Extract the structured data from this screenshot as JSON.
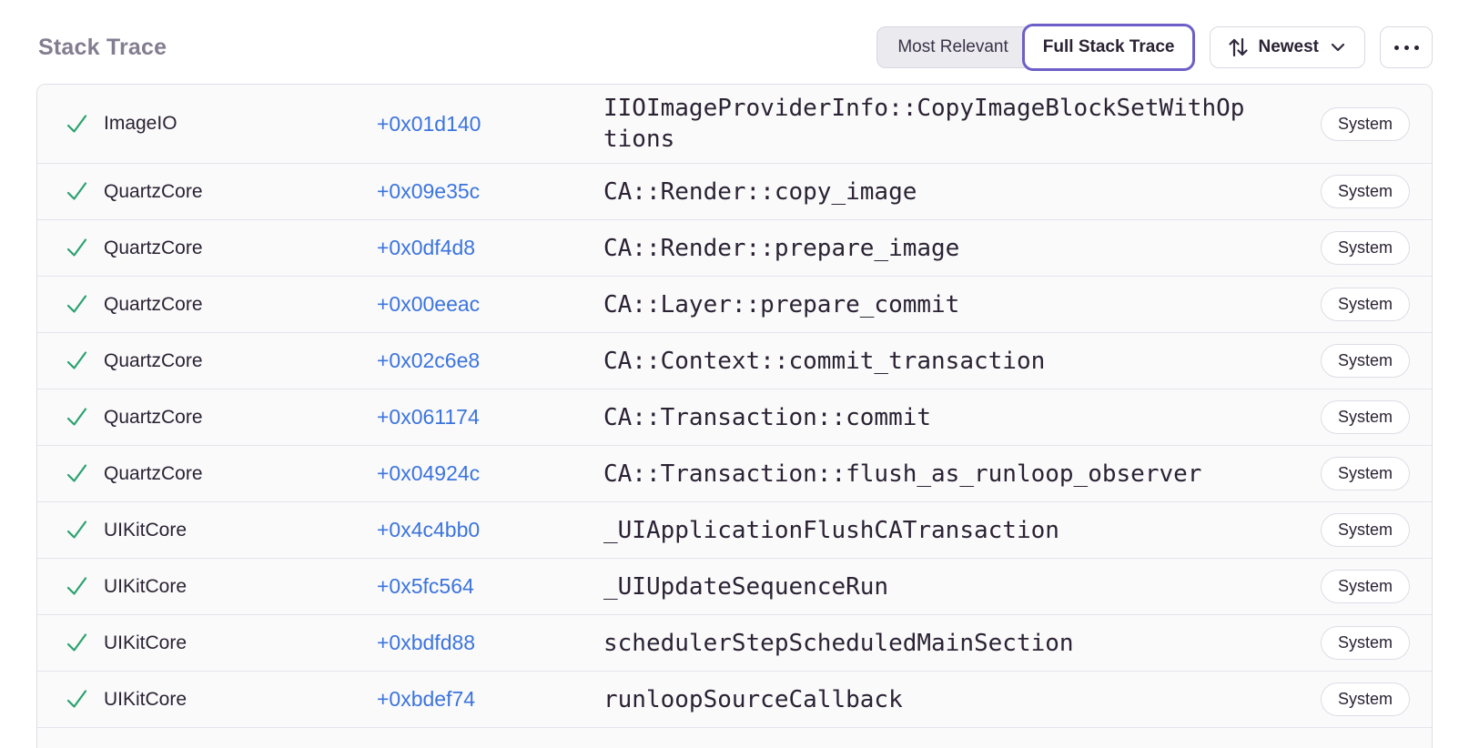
{
  "header": {
    "title": "Stack Trace",
    "view_toggle": [
      {
        "label": "Most Relevant",
        "selected": false
      },
      {
        "label": "Full Stack Trace",
        "selected": true
      }
    ],
    "sort": {
      "label": "Newest",
      "icon": "sort-arrows-icon",
      "chevron": "chevron-down-icon"
    },
    "more": {
      "icon": "ellipsis-icon"
    }
  },
  "colors": {
    "accent_purple": "#6C5FC7",
    "link_blue": "#3C74DD",
    "success_green": "#2BA26E",
    "title_gray": "#847D90",
    "row_background": "#FAFAFB",
    "border": "#E0DDE6"
  },
  "icons": {
    "checkmark-icon": "in-app/system frame resolved check",
    "sort-arrows-icon": "up-down sort arrows",
    "chevron-down-icon": "dropdown chevron",
    "ellipsis-icon": "three-dot overflow menu"
  },
  "stack_trace": {
    "rows": [
      {
        "status_icon": "checkmark-icon",
        "module": "ImageIO",
        "address": "+0x01d140",
        "function": "IIOImageProviderInfo::CopyImageBlockSetWithOptions",
        "badge": "System"
      },
      {
        "status_icon": "checkmark-icon",
        "module": "QuartzCore",
        "address": "+0x09e35c",
        "function": "CA::Render::copy_image",
        "badge": "System"
      },
      {
        "status_icon": "checkmark-icon",
        "module": "QuartzCore",
        "address": "+0x0df4d8",
        "function": "CA::Render::prepare_image",
        "badge": "System"
      },
      {
        "status_icon": "checkmark-icon",
        "module": "QuartzCore",
        "address": "+0x00eeac",
        "function": "CA::Layer::prepare_commit",
        "badge": "System"
      },
      {
        "status_icon": "checkmark-icon",
        "module": "QuartzCore",
        "address": "+0x02c6e8",
        "function": "CA::Context::commit_transaction",
        "badge": "System"
      },
      {
        "status_icon": "checkmark-icon",
        "module": "QuartzCore",
        "address": "+0x061174",
        "function": "CA::Transaction::commit",
        "badge": "System"
      },
      {
        "status_icon": "checkmark-icon",
        "module": "QuartzCore",
        "address": "+0x04924c",
        "function": "CA::Transaction::flush_as_runloop_observer",
        "badge": "System"
      },
      {
        "status_icon": "checkmark-icon",
        "module": "UIKitCore",
        "address": "+0x4c4bb0",
        "function": "_UIApplicationFlushCATransaction",
        "badge": "System"
      },
      {
        "status_icon": "checkmark-icon",
        "module": "UIKitCore",
        "address": "+0x5fc564",
        "function": "_UIUpdateSequenceRun",
        "badge": "System"
      },
      {
        "status_icon": "checkmark-icon",
        "module": "UIKitCore",
        "address": "+0xbdfd88",
        "function": "schedulerStepScheduledMainSection",
        "badge": "System"
      },
      {
        "status_icon": "checkmark-icon",
        "module": "UIKitCore",
        "address": "+0xbdef74",
        "function": "runloopSourceCallback",
        "badge": "System"
      }
    ]
  }
}
